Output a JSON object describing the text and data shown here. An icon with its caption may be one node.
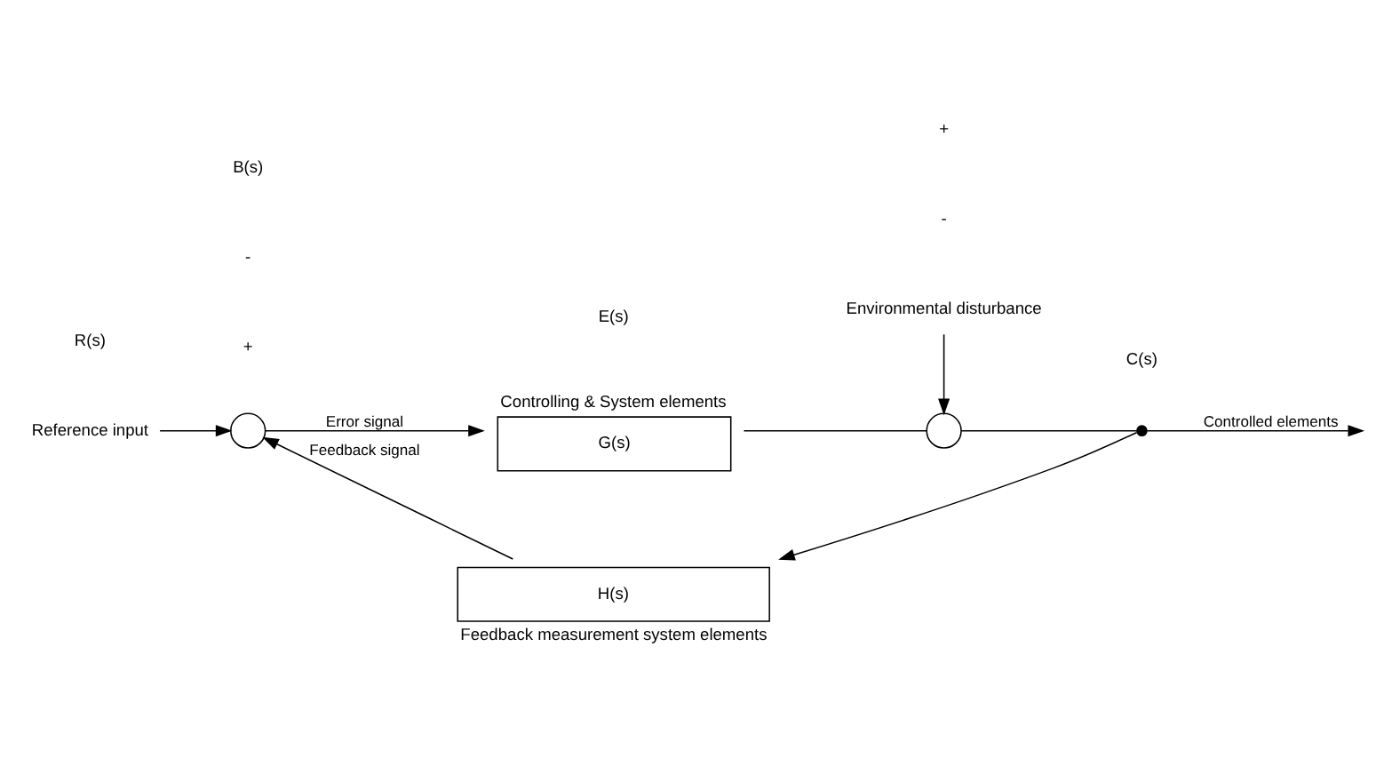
{
  "diagram": {
    "nodes": [
      {
        "text": [],
        "shape": "circle"
      },
      {
        "text": [
          "G(s)"
        ],
        "beside": [
          "Controlling & System elements"
        ]
      },
      {
        "text": [],
        "shape": "circle"
      },
      {
        "text": [
          "H(s)"
        ],
        "beside": [
          "Feedback measurement system elements"
        ]
      },
      {
        "text": [],
        "shape": "dot"
      }
    ],
    "edges": [
      {
        "from": null,
        "to": 0,
        "arrow": "to",
        "label": "Reference input"
      },
      {
        "from": 0,
        "to": 1,
        "arrow": "to",
        "label": "Error signal"
      },
      {
        "from": 1,
        "to": 2,
        "arrow": "none"
      },
      {
        "from": null,
        "to": 2,
        "arrow": "to",
        "label": "Environmental disturbance"
      },
      {
        "from": 2,
        "to": 4,
        "arrow": "none"
      },
      {
        "from": 4,
        "to": null,
        "arrow": "to",
        "label": "Controlled elements"
      },
      {
        "from": 4,
        "to": 3,
        "arrow": "to"
      },
      {
        "from": 3,
        "to": 0,
        "arrow": "to",
        "label": "Feedback signal"
      }
    ],
    "labels": [
      "R(s)",
      "+",
      "-",
      "E(s)",
      "-",
      "+",
      "C(s)",
      "B(s)"
    ]
  }
}
